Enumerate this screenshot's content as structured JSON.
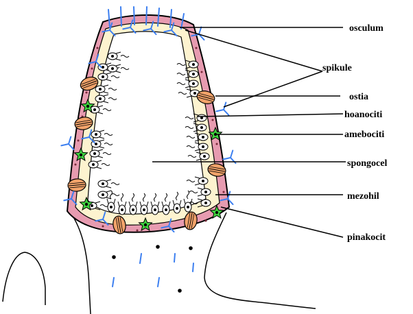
{
  "labels": {
    "osculum": "osculum",
    "spikule": "spikule",
    "ostia": "ostia",
    "hoanociti": "hoanociti",
    "amebociti": "amebociti",
    "spongocel": "spongocel",
    "mezohil": "mezohil",
    "pinakocit": "pinakocit"
  },
  "colors": {
    "outline": "#000000",
    "pinacoderm": "#e79bb0",
    "mesohyl": "#fdf3cf",
    "ostia": "#f2a36a",
    "amoebocyte": "#3fd23f",
    "spicule": "#3c7ff0",
    "collar_cell": "#ffffff"
  }
}
